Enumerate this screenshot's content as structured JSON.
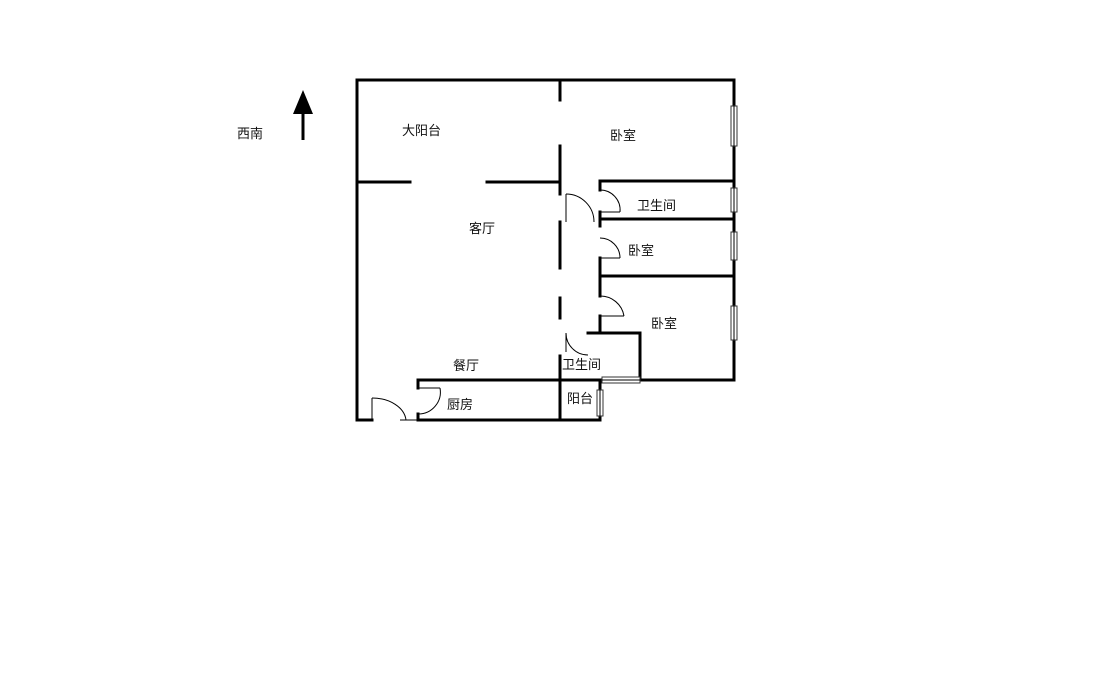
{
  "compass": {
    "direction_label": "西南"
  },
  "rooms": {
    "big_balcony": "大阳台",
    "bedroom_top": "卧室",
    "bathroom_top": "卫生间",
    "living_room": "客厅",
    "bedroom_middle": "卧室",
    "bedroom_bottom": "卧室",
    "dining_room": "餐厅",
    "bathroom_bottom": "卫生间",
    "kitchen": "厨房",
    "small_balcony": "阳台"
  },
  "colors": {
    "wall": "#000000",
    "background": "#ffffff"
  }
}
